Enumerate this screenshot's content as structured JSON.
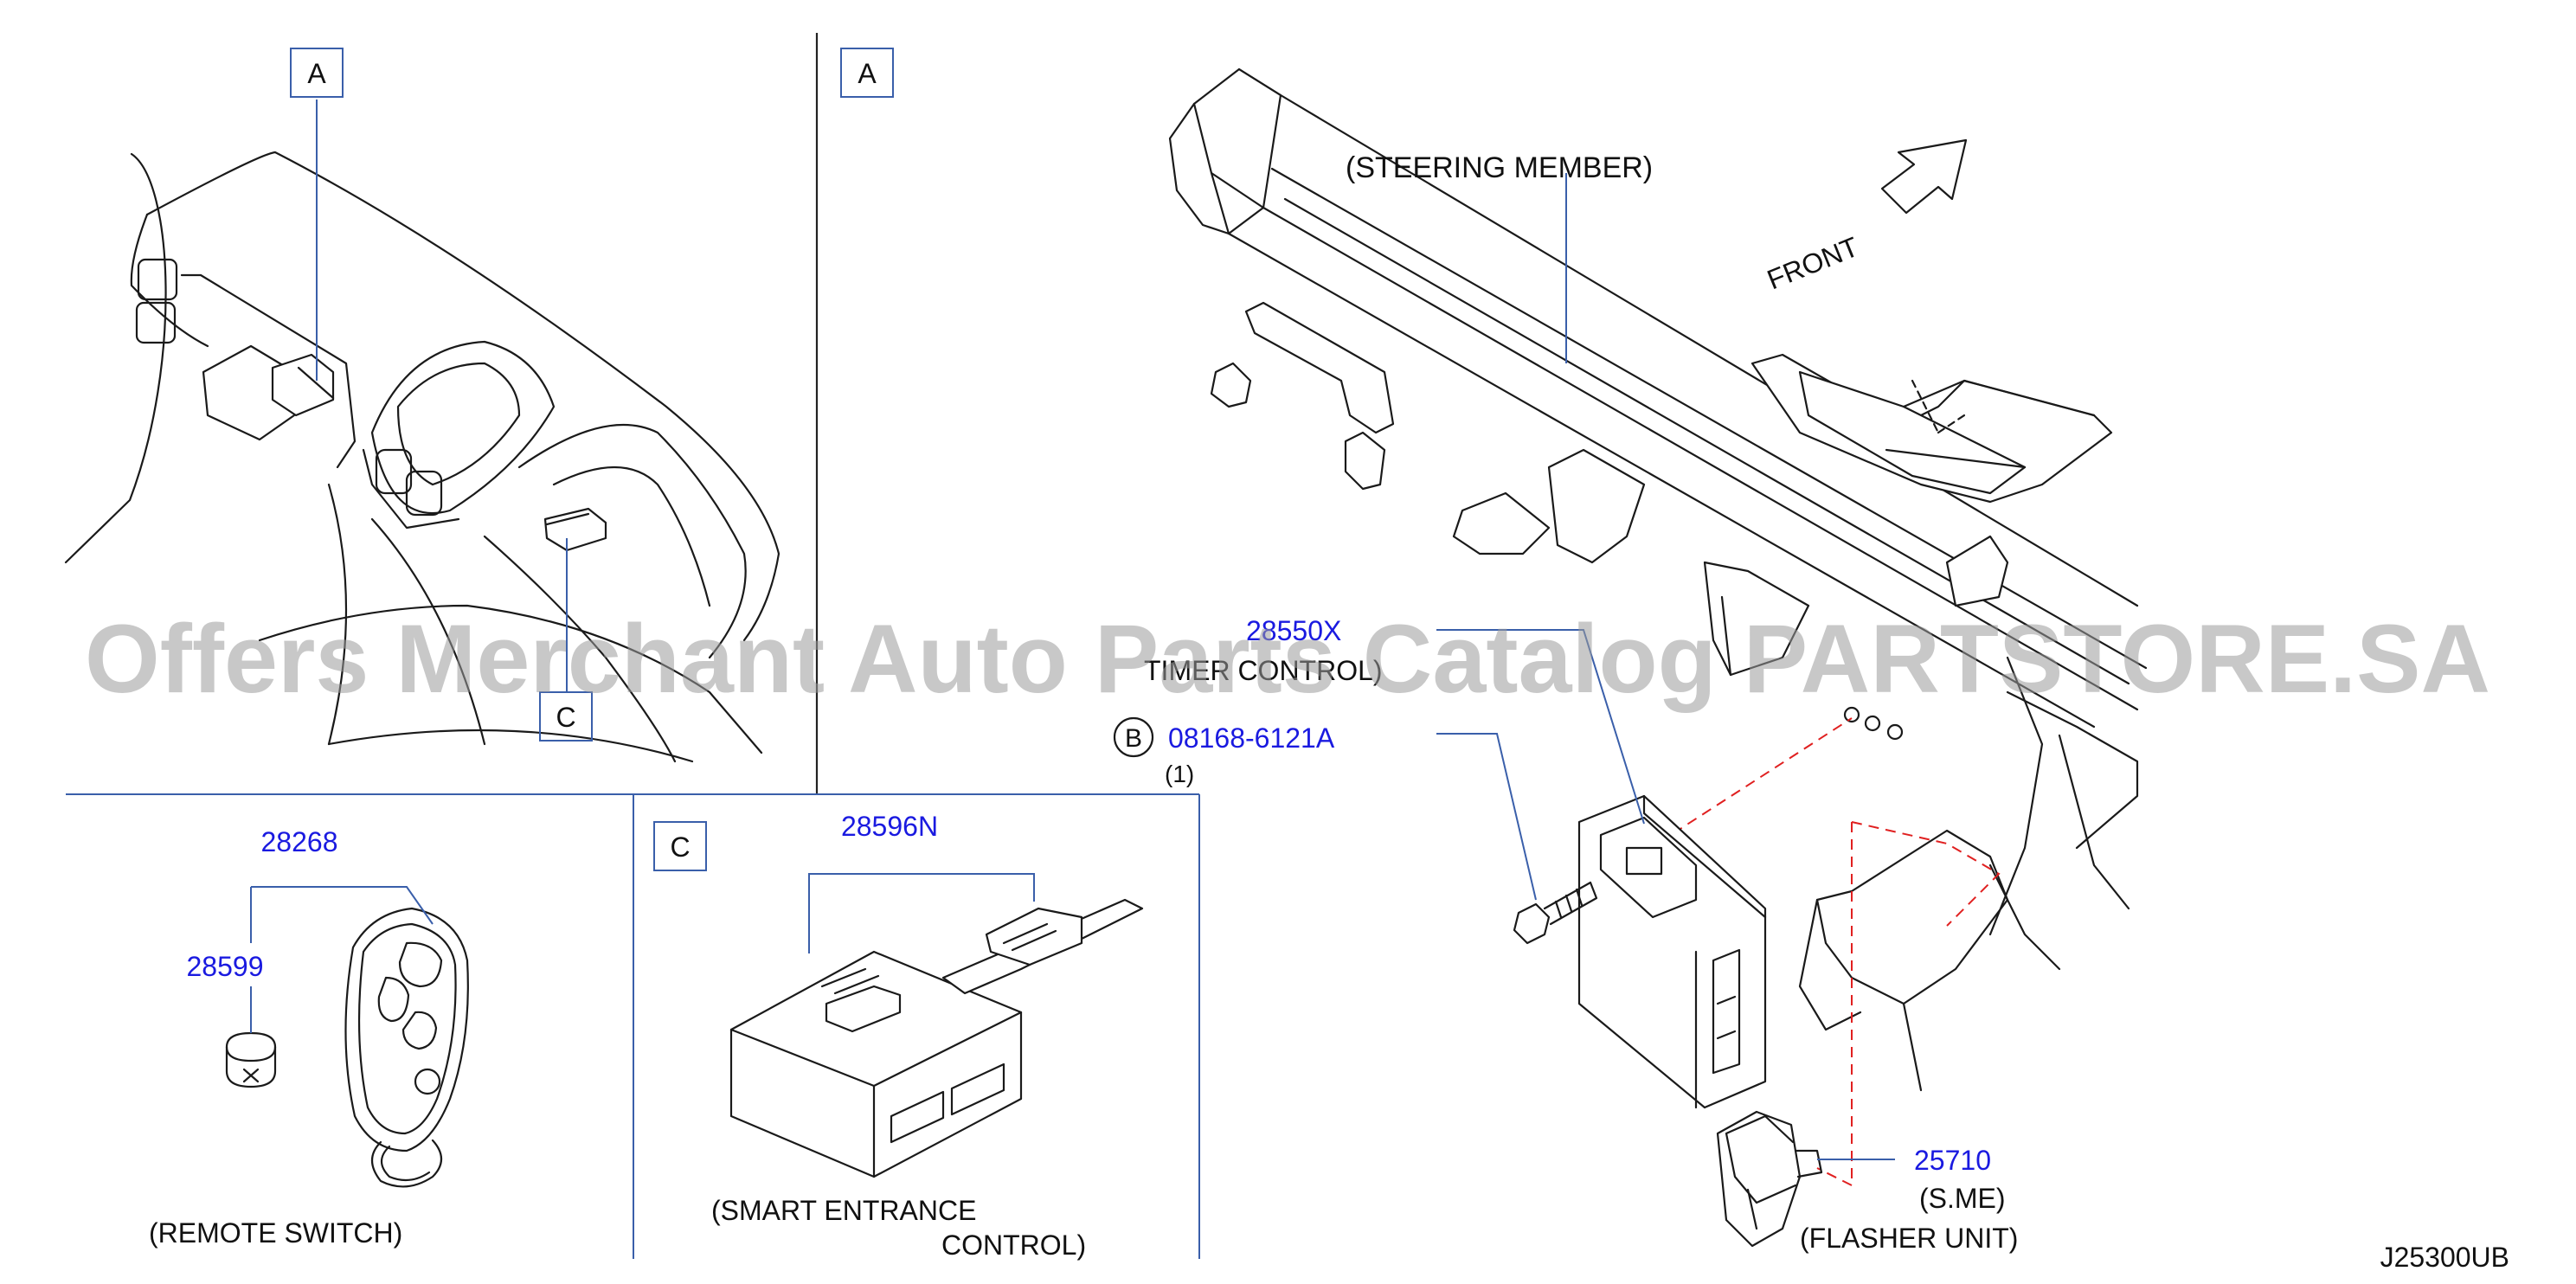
{
  "diagram": {
    "drawing_number": "J25300UB",
    "watermark": "Offers Merchant Auto Parts Catalog PARTSTORE.SA",
    "view_labels": [
      "A",
      "A",
      "C",
      "C"
    ],
    "orientation": "FRONT",
    "steering_member": "(STEERING   MEMBER)",
    "parts": [
      {
        "number": "28550X",
        "caption": "TIMER  CONTROL)"
      },
      {
        "number": "08168-6121A",
        "marker": "B",
        "qty": "(1)"
      },
      {
        "number": "25710",
        "caption_1": "(S.ME)",
        "caption_2": "(FLASHER   UNIT)"
      },
      {
        "number": "28268"
      },
      {
        "number": "28599",
        "caption": "(REMOTE   SWITCH)"
      },
      {
        "number": "28596N",
        "caption_1": "(SMART   ENTRANCE",
        "caption_2": "CONTROL)"
      }
    ]
  },
  "colors": {
    "part_number": "#1a1ae0",
    "leader_line": "#3a5faa",
    "hidden_line": "#e02020",
    "ink": "#1a1a1a"
  }
}
